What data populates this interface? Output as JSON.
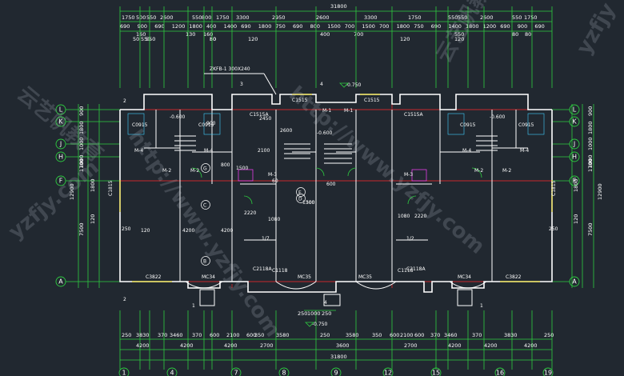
{
  "drawing": {
    "overall_width": "31800",
    "top_dims_row1": [
      "1750",
      "500",
      "550",
      "2600",
      "550",
      "800",
      "1750",
      "3300",
      "2950",
      "2600",
      "3300",
      "1750",
      "550",
      "550",
      "2600",
      "550",
      "1750"
    ],
    "top_dims_row2": [
      "690",
      "900",
      "690",
      "1200",
      "1800",
      "400",
      "1400",
      "690",
      "1800",
      "750",
      "690",
      "800",
      "1500",
      "700",
      "1500",
      "700",
      "1800",
      "750",
      "690",
      "1400",
      "1800",
      "1200",
      "690",
      "900",
      "690"
    ],
    "top_dims_small": [
      "160",
      "130",
      "160",
      "50",
      "550",
      "80",
      "50",
      "120",
      "400",
      "700",
      "120",
      "120",
      "80",
      "80",
      "550",
      "550"
    ],
    "bottom_dims_row1": [
      "250",
      "3830",
      "370",
      "3460",
      "370",
      "600",
      "2100",
      "600",
      "350",
      "3580",
      "250",
      "3580",
      "350",
      "600",
      "2100",
      "600",
      "370",
      "3460",
      "370",
      "3830",
      "250"
    ],
    "bottom_dims_row2": [
      "4200",
      "4200",
      "4200",
      "2700",
      "3600",
      "2700",
      "4200",
      "4200",
      "4200"
    ],
    "bottom_mid": [
      "250",
      "1000",
      "250"
    ],
    "axes_bottom": [
      "1",
      "4",
      "7",
      "8",
      "9",
      "12",
      "15",
      "16",
      "19"
    ],
    "axes_left": [
      "L",
      "K",
      "J",
      "H",
      "F",
      "A"
    ],
    "axes_right": [
      "L",
      "K",
      "J",
      "H",
      "F",
      "A"
    ],
    "left_dims": [
      "900",
      "1800",
      "1000",
      "1000",
      "1700",
      "1800",
      "7500",
      "12900",
      "120"
    ],
    "right_dims": [
      "900",
      "1800",
      "1000",
      "1000",
      "1700",
      "1800",
      "7500",
      "12900",
      "120"
    ],
    "beam_label": "ZKFB-1 300X240",
    "level_top": "-0.750",
    "level_bottom": "-0.750",
    "level_600": [
      "-0.600",
      "-0.600",
      "-0.600"
    ],
    "section_marks": [
      "3",
      "4",
      "2",
      "2",
      "1",
      "1",
      "4"
    ],
    "windows": [
      "C1515",
      "C1515",
      "C1515A",
      "C1515A",
      "C0915",
      "C0915",
      "C0915",
      "C0915",
      "C1815",
      "C1815",
      "C3822",
      "C3822",
      "MC34",
      "MC34",
      "MC35",
      "MC35",
      "C2118A",
      "C2118A",
      "C1118",
      "C1118"
    ],
    "doors": [
      "M-1",
      "M-1",
      "M-2",
      "M-2",
      "M-2",
      "M-2",
      "M-3",
      "M-3",
      "M-4",
      "M-4",
      "M-4",
      "M-4"
    ],
    "room_marks": [
      "C",
      "B",
      "E",
      "D",
      "G"
    ],
    "unit_labels": [
      "1/7",
      "1/2"
    ],
    "inner_dims": [
      "2220",
      "2220",
      "1080",
      "1080",
      "4200",
      "4200",
      "2100",
      "1500",
      "1300",
      "2450",
      "120",
      "60",
      "900",
      "800",
      "250",
      "250",
      "500",
      "600",
      "2600"
    ],
    "watermarks": [
      "yzfjy",
      "云艺帆教育",
      "http://www.yzfjy.com",
      "云艺帆教育",
      "http://www.yzfjy.com",
      "yzfjy.com"
    ]
  }
}
